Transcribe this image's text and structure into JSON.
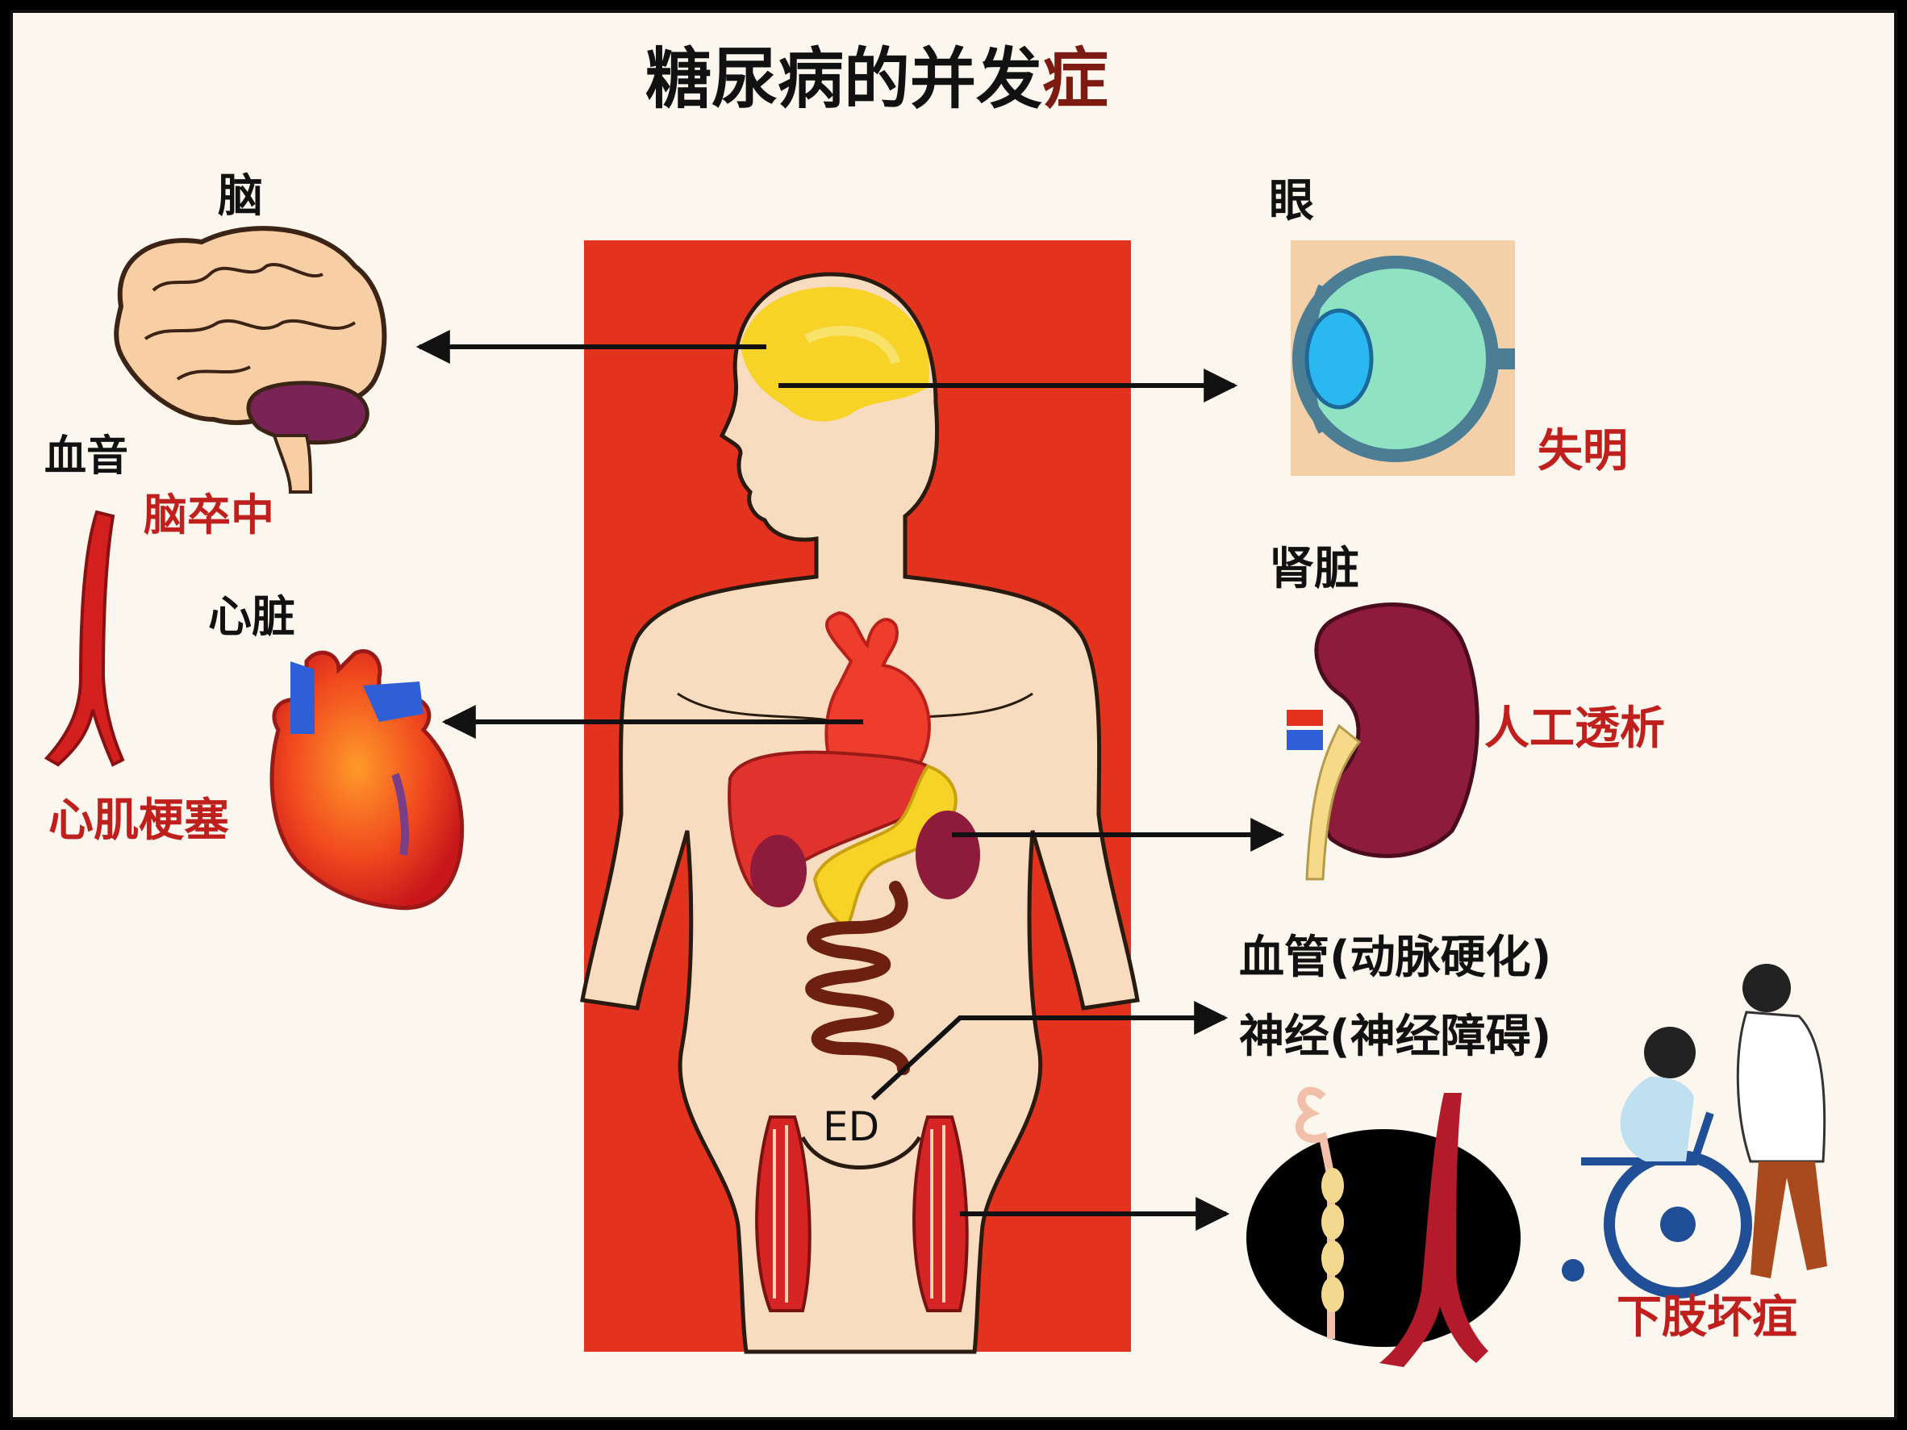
{
  "title": {
    "main": "糖尿病的并发",
    "accent": "症"
  },
  "labels": {
    "brain": "脑",
    "eye": "眼",
    "blood_sound": "血音",
    "stroke": "脑卒中",
    "heart": "心脏",
    "myocardial_infarction": "心肌梗塞",
    "blindness": "失明",
    "kidney": "肾脏",
    "dialysis": "人工透析",
    "vessels": "血管(动脉硬化)",
    "nerves": "神经(神经障碍)",
    "ed": "ED",
    "gangrene": "下肢坏疽"
  },
  "icons": [
    "brain-icon",
    "eye-icon",
    "artery-icon",
    "heart-icon",
    "kidney-icon",
    "nerve-vessel-icon",
    "wheelchair-icon",
    "body-icon"
  ],
  "colors": {
    "panel_red": "#e3321d",
    "skin": "#f7dcc0",
    "label_red": "#c0201d",
    "brain_yellow": "#f7d227",
    "organ_red": "#ee3d2c",
    "kidney_maroon": "#8f1b3c"
  }
}
